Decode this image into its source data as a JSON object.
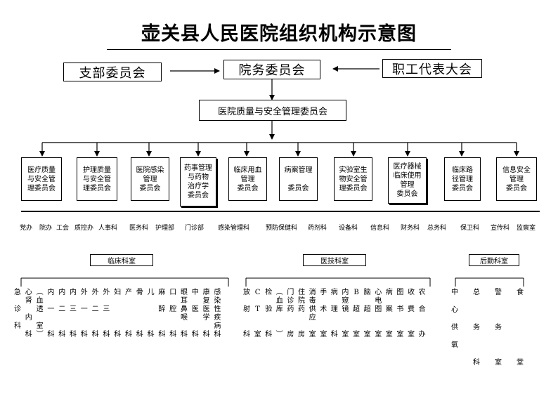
{
  "title": "壶关县人民医院组织机构示意图",
  "top": {
    "left": "支部委员会",
    "center": "院务委员会",
    "right": "职工代表大会",
    "second": "医院质量与安全管理委员会"
  },
  "committees": [
    "医疗质量\n与安全管\n理委员会",
    "护理质量\n与安全管\n理委员会",
    "医院感染\n管理\n委员会",
    "药事管理\n与药物\n治疗学\n委员会",
    "临床用血\n管理\n委员会",
    "病案管理\n\n委员会",
    "实验室生\n物安全管\n理委员会",
    "医疗器械\n临床使用\n管理\n委员会",
    "临床路\n径管理\n委员会",
    "信息安全\n管理\n委员会"
  ],
  "departments": [
    "党办",
    "院办",
    "工会",
    "质控办",
    "人事科",
    "医务科",
    "护理部",
    "门诊部",
    "感染管理科",
    "预防保健科",
    "药剂科",
    "设备科",
    "信息科",
    "财务科",
    "总务科",
    "保卫科",
    "宣传科",
    "监察室"
  ],
  "categories": {
    "clinical": "临床科室",
    "medtech": "医技科室",
    "logistics": "后勤科室"
  },
  "clinical_cols": [
    "急\n\n诊\n\n科",
    "心\n肾\n\n内\n\n科",
    "︵\n血\n透\n\n室\n︶",
    "内\n\n一\n\n\n科",
    "内\n\n二\n\n\n科",
    "内\n\n三\n\n\n科",
    "外\n\n一\n\n\n科",
    "外\n\n二\n\n\n科",
    "外\n\n三\n\n\n科",
    "妇\n\n\n\n\n科",
    "产\n\n\n\n\n科",
    "骨\n\n\n\n\n科",
    "儿\n\n\n\n\n科",
    "麻\n\n醉\n\n\n科",
    "口\n\n腔\n\n\n科",
    "眼\n耳\n鼻\n喉\n\n科",
    "中\n\n医\n\n\n科",
    "康\n复\n医\n学\n\n科",
    "感\n染\n性\n疾\n病\n科"
  ],
  "medtech_cols": [
    "放\n\n射\n\n\n科",
    "C\n\nT\n\n\n室",
    "检\n\n验\n\n\n科",
    "︵\n血\n库\n\n\n︶",
    "门\n诊\n药\n\n\n房",
    "住\n院\n药\n\n\n房",
    "消\n毒\n供\n应\n\n室",
    "手\n\n术\n\n\n室",
    "病\n\n理\n\n\n科",
    "内\n窥\n镜\n\n\n室",
    "B\n\n超\n\n\n室",
    "脑\n\n超\n\n\n室",
    "心\n电\n图\n\n\n室",
    "病\n\n案\n\n\n室",
    "图\n\n书\n\n\n室",
    "收\n\n费\n\n\n室",
    "农\n\n合\n\n\n办"
  ],
  "logistics_cols": [
    "中\n\n心\n\n供\n\n氧",
    "总\n\n\n\n务\n\n\n\n科",
    "警\n\n\n\n务\n\n\n\n室",
    "食\n\n\n\n\n\n\n\n堂"
  ]
}
